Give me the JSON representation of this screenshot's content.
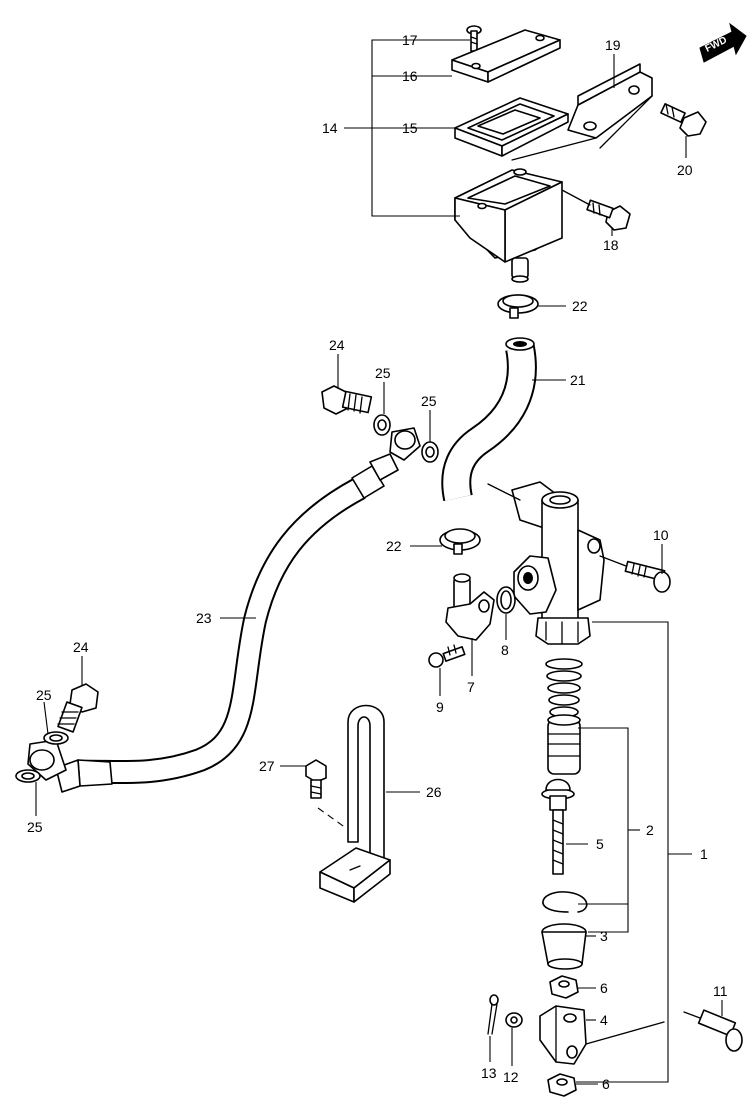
{
  "fwd_badge": {
    "text": "FWD"
  },
  "callouts": [
    {
      "id": "c17",
      "text": "17"
    },
    {
      "id": "c16",
      "text": "16"
    },
    {
      "id": "c14",
      "text": "14"
    },
    {
      "id": "c15",
      "text": "15"
    },
    {
      "id": "c19",
      "text": "19"
    },
    {
      "id": "c20",
      "text": "20"
    },
    {
      "id": "c18",
      "text": "18"
    },
    {
      "id": "c22a",
      "text": "22"
    },
    {
      "id": "c24a",
      "text": "24"
    },
    {
      "id": "c25a",
      "text": "25"
    },
    {
      "id": "c25b",
      "text": "25"
    },
    {
      "id": "c21",
      "text": "21"
    },
    {
      "id": "c22b",
      "text": "22"
    },
    {
      "id": "c10",
      "text": "10"
    },
    {
      "id": "c23",
      "text": "23"
    },
    {
      "id": "c8",
      "text": "8"
    },
    {
      "id": "c24b",
      "text": "24"
    },
    {
      "id": "c9",
      "text": "9"
    },
    {
      "id": "c7",
      "text": "7"
    },
    {
      "id": "c25c",
      "text": "25"
    },
    {
      "id": "c27",
      "text": "27"
    },
    {
      "id": "c26",
      "text": "26"
    },
    {
      "id": "c25d",
      "text": "25"
    },
    {
      "id": "c5",
      "text": "5"
    },
    {
      "id": "c2",
      "text": "2"
    },
    {
      "id": "c1",
      "text": "1"
    },
    {
      "id": "c3",
      "text": "3"
    },
    {
      "id": "c6a",
      "text": "6"
    },
    {
      "id": "c11",
      "text": "11"
    },
    {
      "id": "c4",
      "text": "4"
    },
    {
      "id": "c13",
      "text": "13"
    },
    {
      "id": "c12",
      "text": "12"
    },
    {
      "id": "c6b",
      "text": "6"
    }
  ]
}
